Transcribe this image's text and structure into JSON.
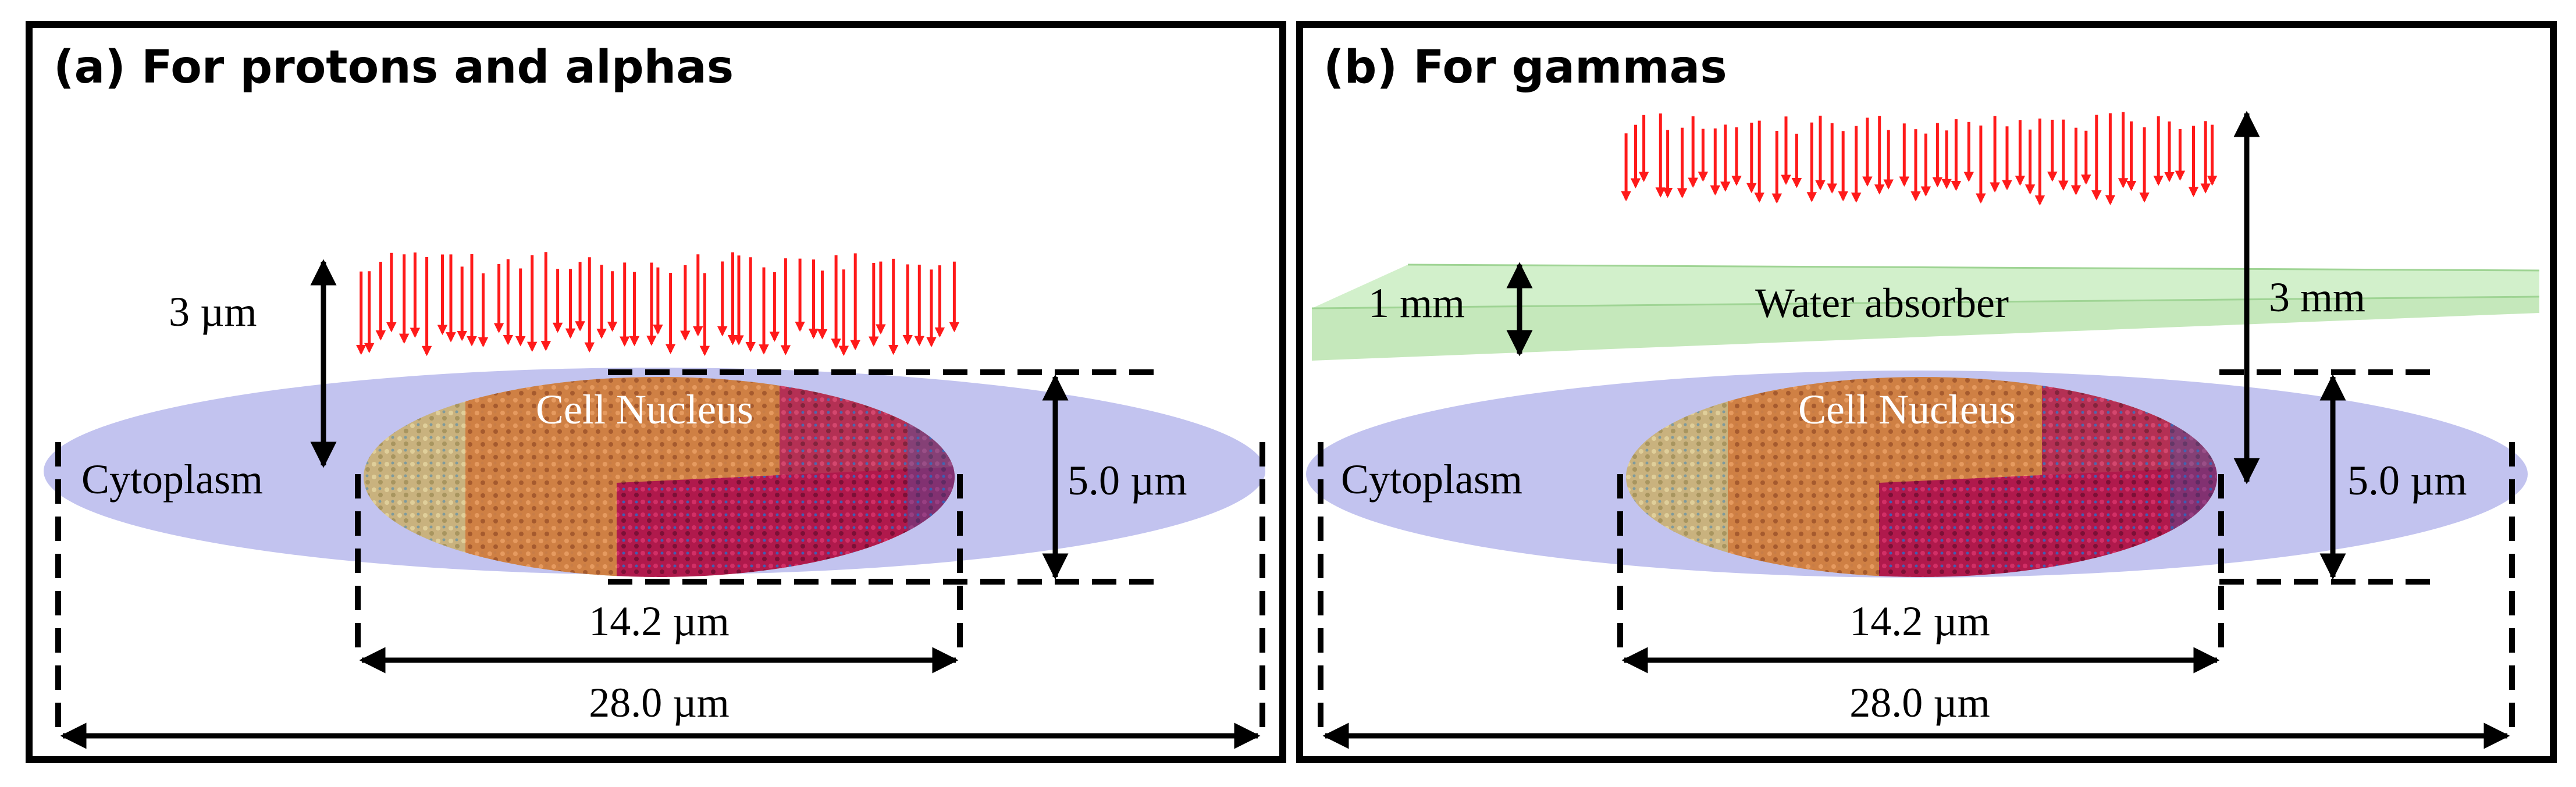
{
  "panels": [
    {
      "title": "(a) For protons and alphas",
      "labels": {
        "height": "3 µm",
        "cytoplasm": "Cytoplasm",
        "nucleus": "Cell Nucleus",
        "nucleus_height": "5.0 µm",
        "nucleus_width": "14.2 µm",
        "cell_width": "28.0 µm"
      }
    },
    {
      "title": "(b) For gammas",
      "labels": {
        "absorber_thickness": "1 mm",
        "absorber": "Water absorber",
        "height": "3 mm",
        "cytoplasm": "Cytoplasm",
        "nucleus": "Cell Nucleus",
        "nucleus_height": "5.0 µm",
        "nucleus_width": "14.2 µm",
        "cell_width": "28.0 µm"
      }
    }
  ],
  "colors": {
    "frame": "#000000",
    "beam_arrows": "#ff1a1a",
    "cytoplasm": "#b7b9ec",
    "water_absorber": "#cdeec5",
    "nucleus_orange": "#d07a3e",
    "nucleus_tan": "#c9b27e",
    "nucleus_crimson": "#b0194c",
    "nucleus_blue": "#2f5fb8"
  }
}
